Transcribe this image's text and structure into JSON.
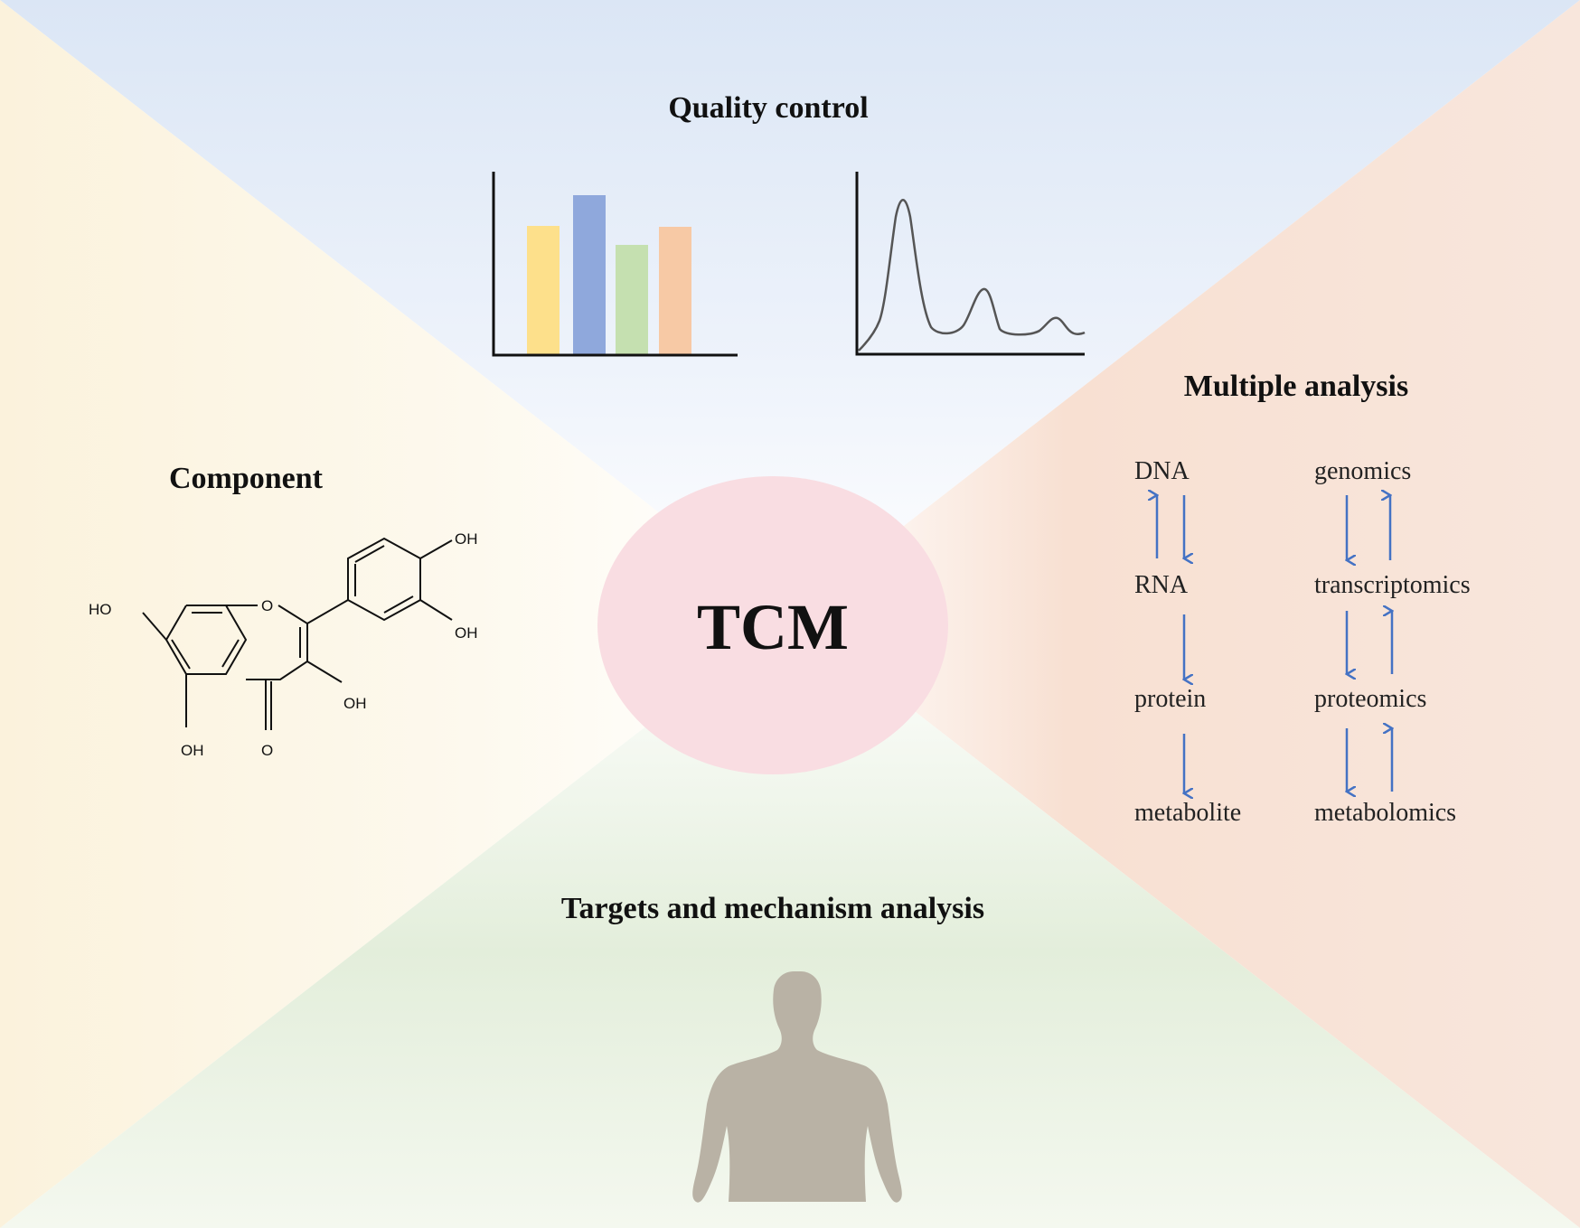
{
  "center": {
    "label": "TCM",
    "color": "#f9dde2"
  },
  "sections": {
    "quality": {
      "title": "Quality control",
      "color": "#dfe9f6"
    },
    "component": {
      "title": "Component",
      "color": "#fbf3df"
    },
    "multiple": {
      "title": "Multiple analysis",
      "color": "#f8e2d6"
    },
    "targets": {
      "title": "Targets and mechanism analysis",
      "color": "#e3eedb"
    }
  },
  "bar_colors": [
    "#fde08b",
    "#8fa8dc",
    "#c5e0b0",
    "#f7c9a5"
  ],
  "bar_levels": [
    0.65,
    0.82,
    0.55,
    0.64
  ],
  "omics": {
    "left": [
      "DNA",
      "RNA",
      "protein",
      "metabolite"
    ],
    "right": [
      "genomics",
      "transcriptomics",
      "proteomics",
      "metabolomics"
    ],
    "arrow_color": "#4472c4"
  },
  "molecule": {
    "labels": {
      "oh_top_right": "OH",
      "oh_mid_right": "OH",
      "ho_left": "HO",
      "ring_o": "O",
      "oh_c3": "OH",
      "oh_bottom": "OH",
      "carbonyl_o": "O"
    }
  },
  "body_icon": {
    "name": "human-silhouette-icon",
    "color": "#b9b2a5"
  }
}
